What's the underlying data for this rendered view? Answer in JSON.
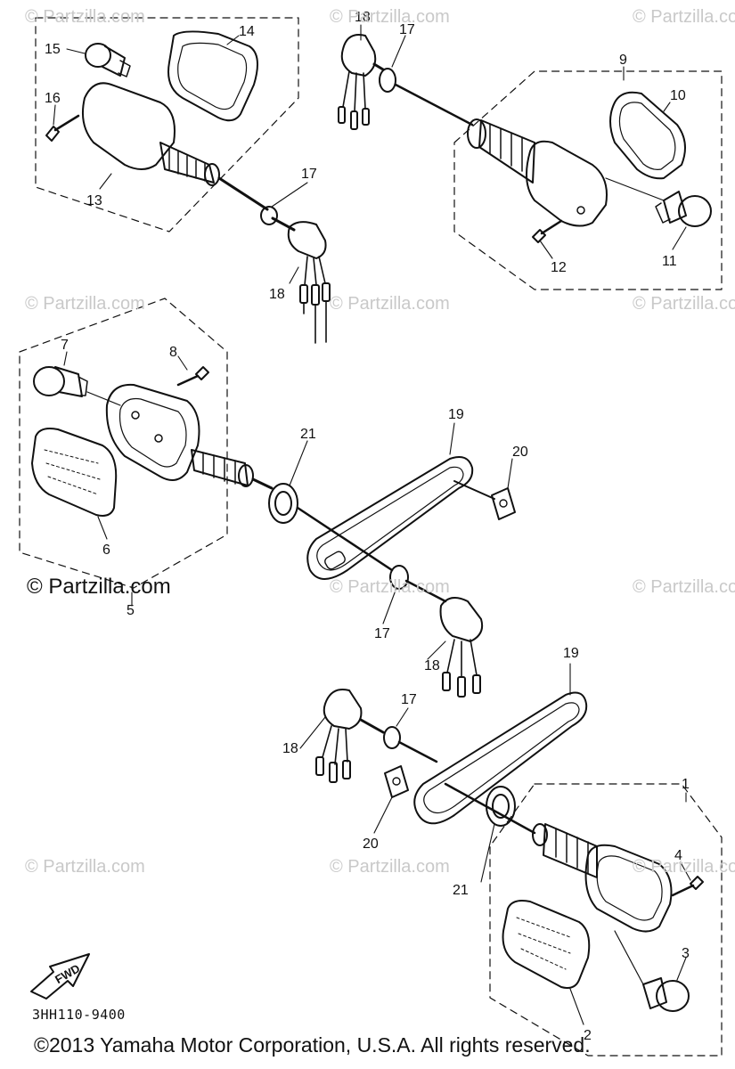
{
  "watermark": {
    "text": "© Partzilla.com",
    "strong_text": "© Partzilla.com"
  },
  "diagram_code": "3HH110-9400",
  "copyright": "©2013 Yamaha Motor Corporation, U.S.A. All rights reserved.",
  "fwd_label": "FWD",
  "callouts": {
    "c1": "1",
    "c2": "2",
    "c3": "3",
    "c4": "4",
    "c5": "5",
    "c6": "6",
    "c7": "7",
    "c8": "8",
    "c9": "9",
    "c10": "10",
    "c11": "11",
    "c12": "12",
    "c13": "13",
    "c14": "14",
    "c15": "15",
    "c16": "16",
    "c17a": "17",
    "c17b": "17",
    "c17c": "17",
    "c17d": "17",
    "c18a": "18",
    "c18b": "18",
    "c18c": "18",
    "c18d": "18",
    "c19a": "19",
    "c19b": "19",
    "c20a": "20",
    "c20b": "20",
    "c21a": "21",
    "c21b": "21"
  }
}
